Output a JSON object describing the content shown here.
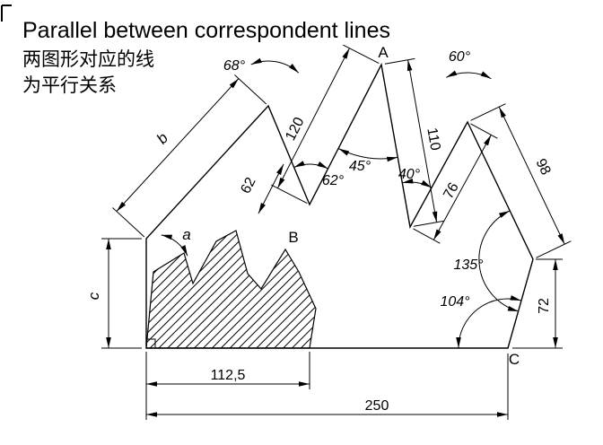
{
  "title": "Parallel between correspondent lines",
  "subtitle": {
    "line1": "两图形对应的线",
    "line2": "为平行关系"
  },
  "points": {
    "A": "A",
    "B": "B",
    "C": "C"
  },
  "unknowns": {
    "a": "a",
    "b": "b",
    "c": "c"
  },
  "angles": {
    "deg68": "68°",
    "deg60": "60°",
    "deg45": "45°",
    "deg40": "40°",
    "deg62": "62°",
    "deg135": "135°",
    "deg104": "104°"
  },
  "lengths": {
    "len120": "120",
    "len110": "110",
    "len62": "62",
    "len76": "76",
    "len98": "98",
    "len72": "72",
    "len112_5": "112,5",
    "len250": "250"
  },
  "colors": {
    "ink": "#000000",
    "paper": "#ffffff"
  }
}
